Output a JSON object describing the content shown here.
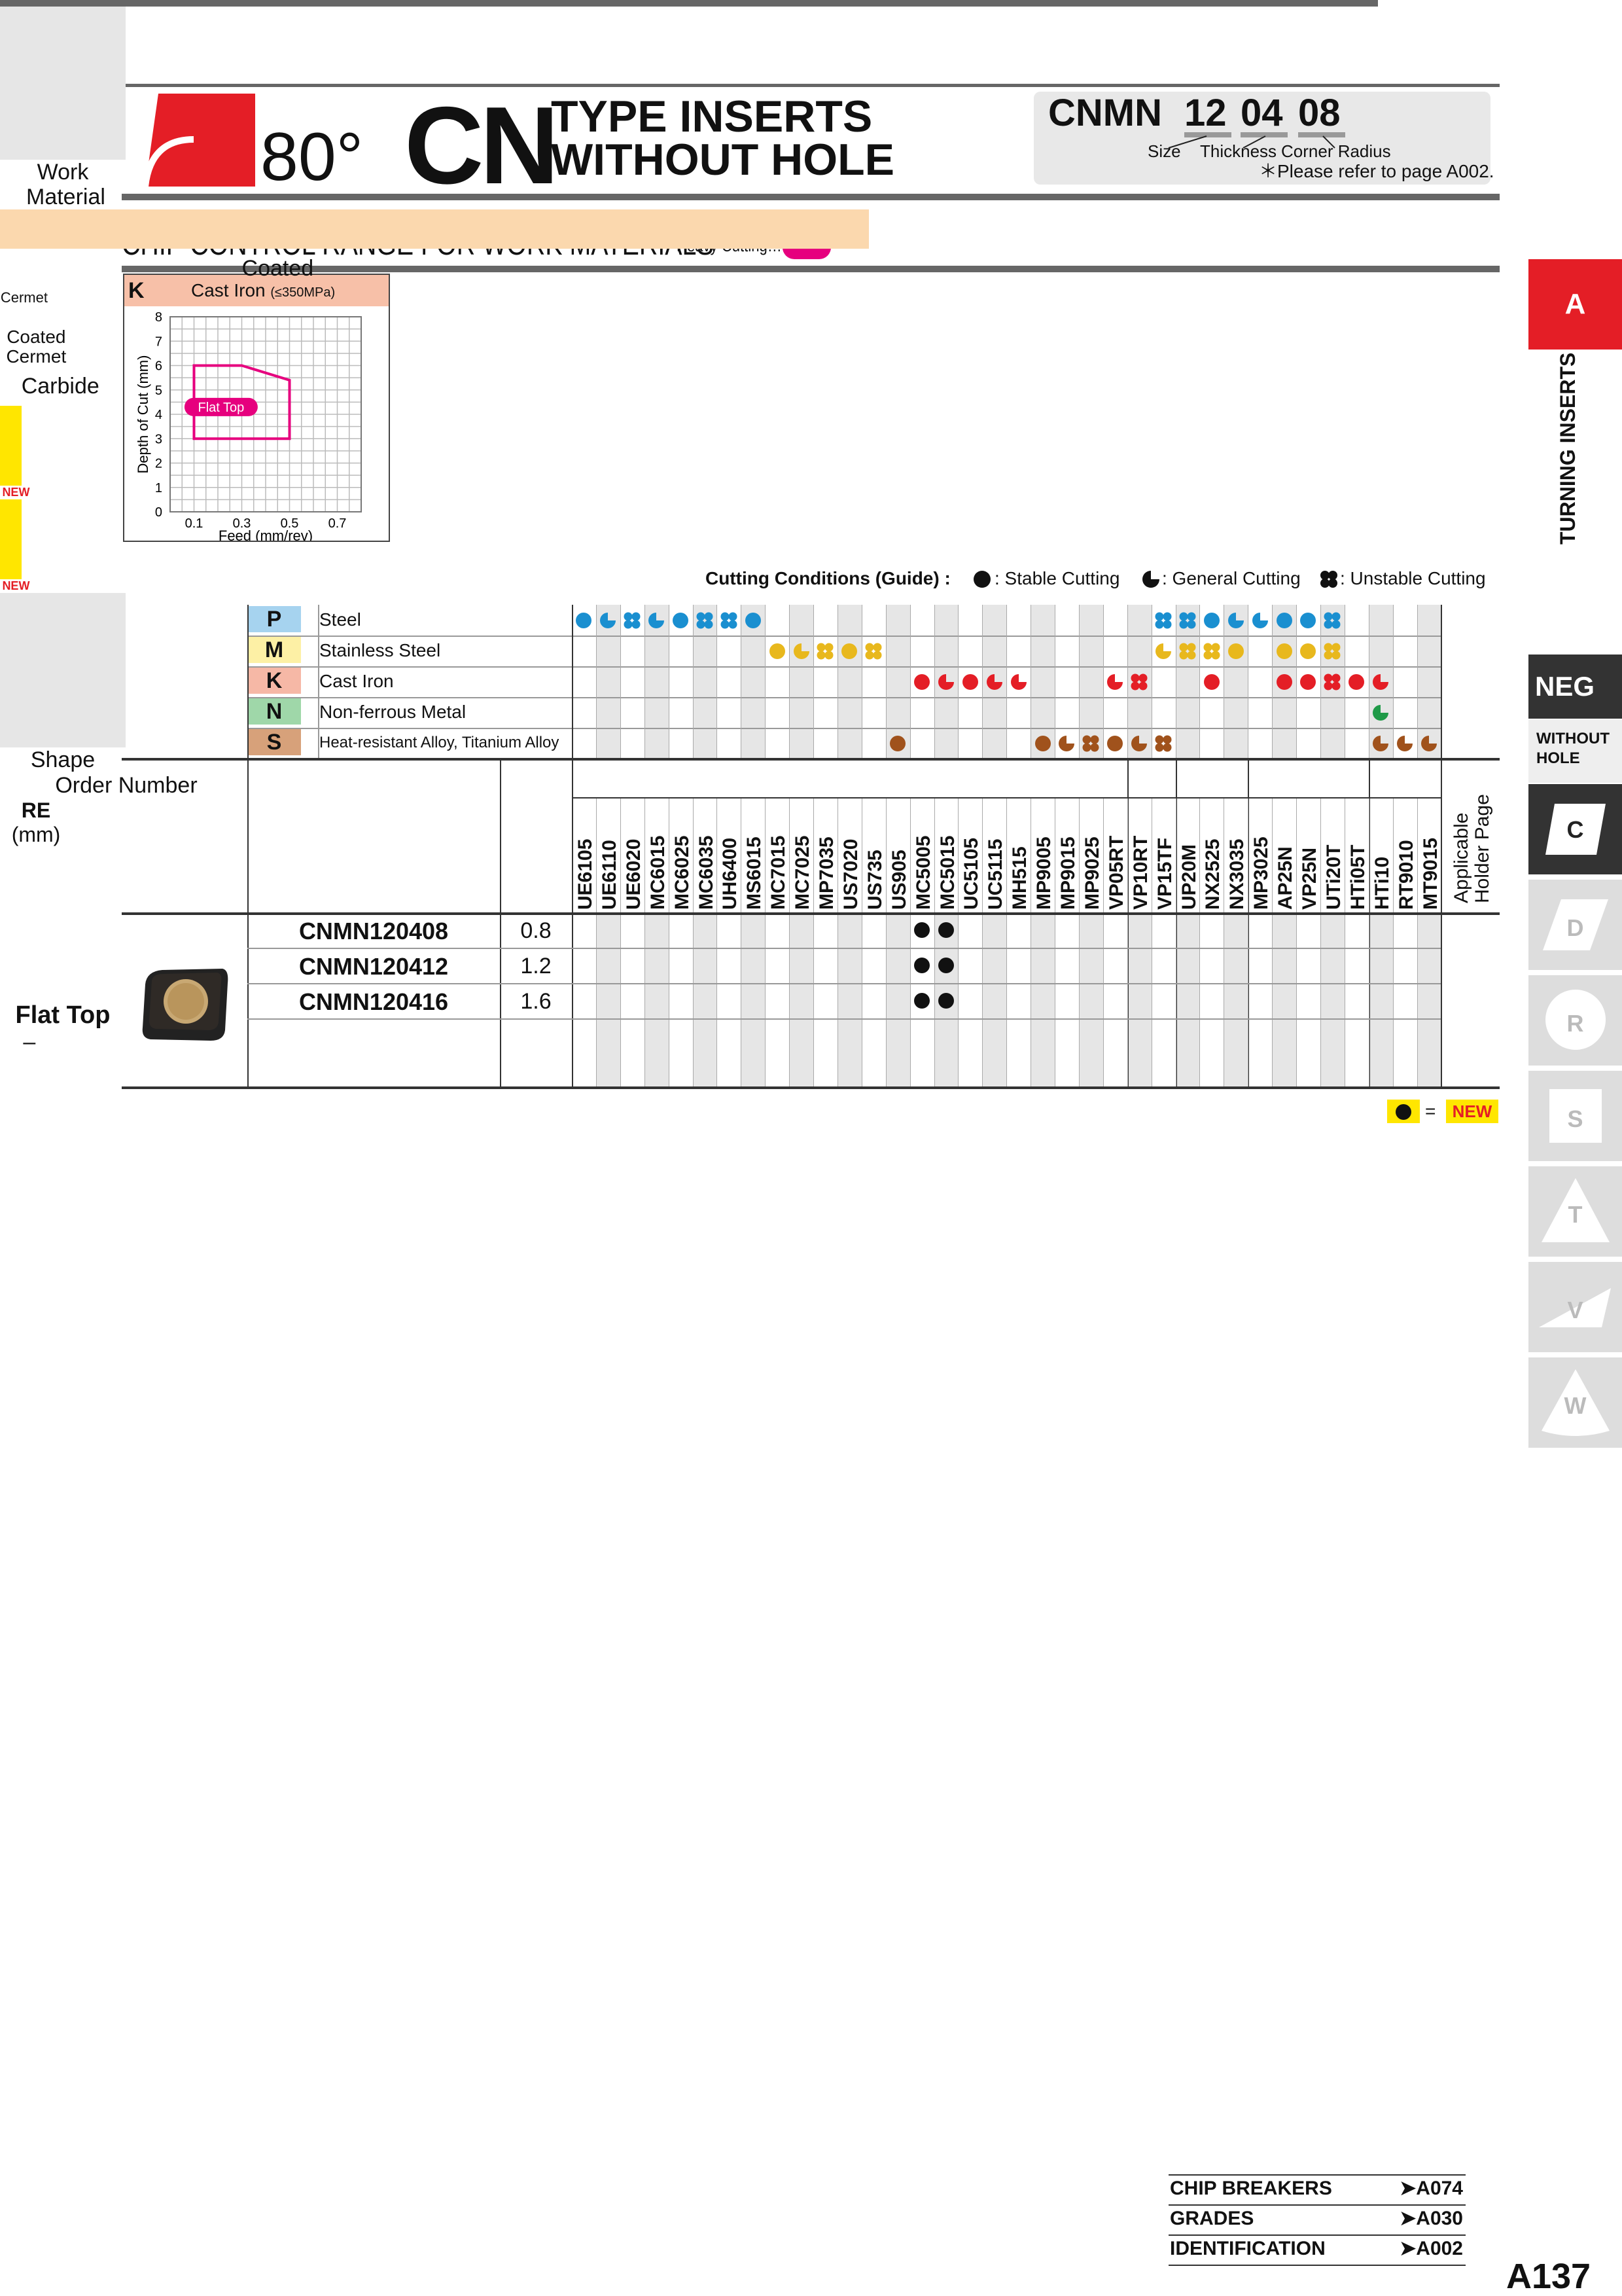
{
  "header": {
    "angle": "80°",
    "type_code": "CN",
    "title_line1": "TYPE INSERTS",
    "title_line2": "WITHOUT HOLE",
    "code_prefix": "CNMN",
    "code_size": "12",
    "code_thickness": "04",
    "code_radius": "08",
    "label_size": "Size",
    "label_thickness": "Thickness",
    "label_radius": "Corner Radius",
    "note": "＊Please refer to page A002."
  },
  "section": {
    "title": "CHIP CONTROL RANGE FOR WORK MATERIALS",
    "heavy_label": "Heavy Cutting……",
    "colors": {
      "heavy": "#e6007e",
      "brand_red": "#e41e26"
    }
  },
  "chip_chart": {
    "letter": "K",
    "material": "Cast Iron",
    "material_spec": "(≤350MPa)",
    "legend_label": "Flat Top"
  },
  "chart_data": {
    "type": "area",
    "title": "Cast Iron (≤350MPa)",
    "xlabel": "Feed (mm/rev)",
    "ylabel": "Depth of Cut (mm)",
    "xticks": [
      "0.1",
      "0.3",
      "0.5",
      "0.7"
    ],
    "yticks": [
      "0",
      "1",
      "2",
      "3",
      "4",
      "5",
      "6",
      "7",
      "8"
    ],
    "xlim": [
      0,
      0.8
    ],
    "ylim": [
      0,
      8
    ],
    "grid": true,
    "series": [
      {
        "name": "Flat Top",
        "color": "#e6007e",
        "polygon": [
          [
            0.1,
            3
          ],
          [
            0.1,
            6
          ],
          [
            0.3,
            6
          ],
          [
            0.5,
            5.4
          ],
          [
            0.5,
            3
          ]
        ]
      }
    ]
  },
  "conditions": {
    "label": "Cutting Conditions (Guide) :",
    "stable": ": Stable Cutting",
    "general": ": General Cutting",
    "unstable": ": Unstable Cutting"
  },
  "work_material": {
    "label": "Work Material",
    "rows": [
      {
        "letter": "P",
        "name": "Steel",
        "bg": "#a6d3ef",
        "dot": "#1a8fd0"
      },
      {
        "letter": "M",
        "name": "Stainless Steel",
        "bg": "#fdf0a5",
        "dot": "#e8b81d"
      },
      {
        "letter": "K",
        "name": "Cast Iron",
        "bg": "#f6b8a6",
        "dot": "#e41e26"
      },
      {
        "letter": "N",
        "name": "Non-ferrous Metal",
        "bg": "#9fd7a9",
        "dot": "#1f9a48"
      },
      {
        "letter": "S",
        "name": "Heat-resistant Alloy, Titanium Alloy",
        "bg": "#d7a17a",
        "dot": "#a0521c"
      }
    ]
  },
  "table": {
    "shape_label": "Shape",
    "order_label": "Order Number",
    "re_label": "RE",
    "re_unit": "(mm)",
    "groups": [
      {
        "name": "Coated",
        "count": 23
      },
      {
        "name": "Cermet",
        "count": 2
      },
      {
        "name": "Coated Cermet",
        "count": 3
      },
      {
        "name": "Carbide",
        "count": 5
      }
    ],
    "holder_label": "Applicable Holder Page",
    "new_label": "NEW",
    "grades": [
      "UE6105",
      "UE6110",
      "UE6020",
      "MC6015",
      "MC6025",
      "MC6035",
      "UH6400",
      "MS6015",
      "MC7015",
      "MC7025",
      "MP7035",
      "US7020",
      "US735",
      "US905",
      "MC5005",
      "MC5015",
      "UC5105",
      "UC5115",
      "MH515",
      "MP9005",
      "MP9015",
      "MP9025",
      "VP05RT",
      "VP10RT",
      "VP15TF",
      "UP20M",
      "NX2525",
      "NX3035",
      "MP3025",
      "AP25N",
      "VP25N",
      "UTi20T",
      "HTi05T",
      "HTi10",
      "RT9010",
      "MT9015"
    ],
    "new_grades": [
      "MH515",
      "MP9025"
    ],
    "shape_name": "Flat Top",
    "items": [
      {
        "order": "CNMN120408",
        "re": "0.8",
        "stock": [
          "MC5005",
          "MC5015"
        ]
      },
      {
        "order": "CNMN120412",
        "re": "1.2",
        "stock": [
          "MC5005",
          "MC5015"
        ]
      },
      {
        "order": "CNMN120416",
        "re": "1.6",
        "stock": [
          "MC5005",
          "MC5015"
        ]
      }
    ],
    "holder_value": "–"
  },
  "new_legend": {
    "eq": "=",
    "text": "NEW"
  },
  "side_tabs": {
    "a": "A",
    "turning": "TURNING INSERTS",
    "neg": "NEG",
    "without_hole": "WITHOUT HOLE",
    "shapes": [
      "C",
      "D",
      "R",
      "S",
      "T",
      "V",
      "W"
    ]
  },
  "footer": {
    "links": [
      {
        "label": "CHIP BREAKERS",
        "page": "➤A074"
      },
      {
        "label": "GRADES",
        "page": "➤A030"
      },
      {
        "label": "IDENTIFICATION",
        "page": "➤A002"
      }
    ],
    "page": "A137"
  }
}
